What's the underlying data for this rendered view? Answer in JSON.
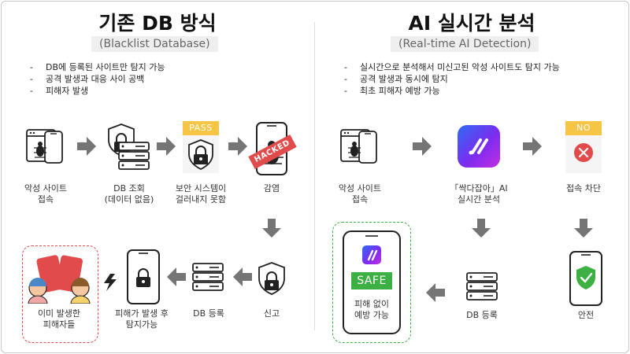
{
  "left": {
    "title": "기존 DB 방식",
    "subtitle": "(Blacklist Database)",
    "bullets": [
      "DB에 등록된 사이트만 탐지 가능",
      "공격 발생과 대응 사이 공백",
      "피해자 발생"
    ],
    "nodes": {
      "visit": [
        "악성 사이트",
        "접속"
      ],
      "db_lookup": [
        "DB 조회",
        "(데이터 없음)"
      ],
      "security": [
        "보안 시스템이",
        "걸러내지 못함"
      ],
      "infection": [
        "감염"
      ],
      "report": [
        "신고"
      ],
      "db_register": [
        "DB 등록"
      ],
      "after": [
        "피해가 발생 후",
        "탐지가능"
      ],
      "victims": [
        "이미 발생한",
        "피해자들"
      ]
    },
    "pass_tag": "PASS",
    "hacked_tag": "HACKED"
  },
  "right": {
    "title": "AI 실시간 분석",
    "subtitle": "(Real-time AI Detection)",
    "bullets": [
      "실시간으로 분석해서 미신고된 악성 사이트도 탐지 가능",
      "공격 발생과 동시에 탐지",
      "최초 피해자 예방 가능"
    ],
    "nodes": {
      "visit": [
        "악성 사이트",
        "접속"
      ],
      "ai": [
        "「싹다잡아」AI",
        "실시간 분석"
      ],
      "block": [
        "접속 차단"
      ],
      "db_register": [
        "DB 등록"
      ],
      "safe_phone": [
        "피해 없이",
        "예방 가능"
      ],
      "safe": [
        "안전"
      ]
    },
    "no_tag": "NO",
    "safe_tag": "SAFE"
  },
  "colors": {
    "arrow": "#757575",
    "tag_bg": "#f7c545",
    "red": "#e14b4b",
    "green": "#3cb043",
    "app_purple": "#7b2cf0",
    "app_blue": "#2f6bf5"
  }
}
